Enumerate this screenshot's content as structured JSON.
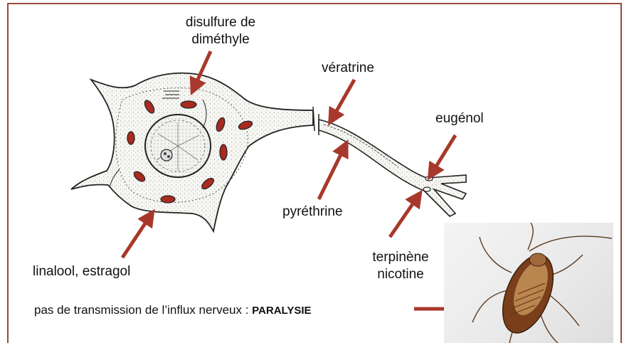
{
  "labels": {
    "disulfure_line1": "disulfure de",
    "disulfure_line2": "diméthyle",
    "veratrine": "vératrine",
    "eugenol": "eugénol",
    "pyrethrine": "pyréthrine",
    "linalool": "linalool, estragol",
    "terpinene_line1": "terpinène",
    "terpinene_line2": "nicotine"
  },
  "footer": {
    "text": "pas de transmission de l’influx nerveux : ",
    "emphasis": "PARALYSIE"
  },
  "colors": {
    "arrow": "#a8382b",
    "frame": "#9b4a3a",
    "mitochondria": "#a82a20"
  },
  "image": {
    "icon": "cockroach-icon"
  }
}
